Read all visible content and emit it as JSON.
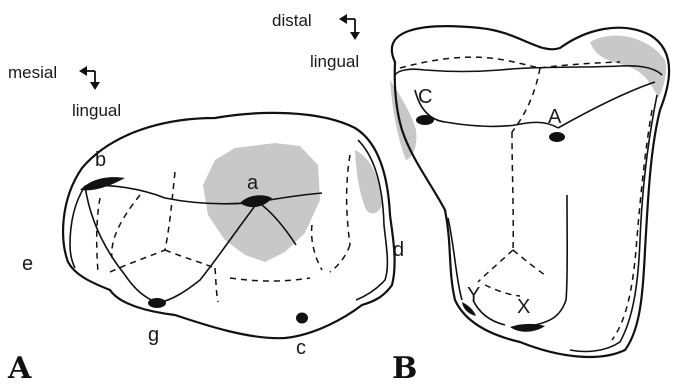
{
  "figure_a": {
    "panel_label": "A",
    "orientation": {
      "horizontal": "mesial",
      "vertical": "lingual"
    },
    "cusp_labels": {
      "a": "a",
      "b": "b",
      "c": "c",
      "d": "d",
      "e": "e",
      "g": "g"
    }
  },
  "figure_b": {
    "panel_label": "B",
    "orientation": {
      "horizontal": "distal",
      "vertical": "lingual"
    },
    "cusp_labels": {
      "A": "A",
      "C": "C",
      "X": "X",
      "Y": "Y"
    }
  },
  "colors": {
    "ink": "#111111",
    "wear_facet": "#c8c8c8",
    "background": "#ffffff"
  }
}
